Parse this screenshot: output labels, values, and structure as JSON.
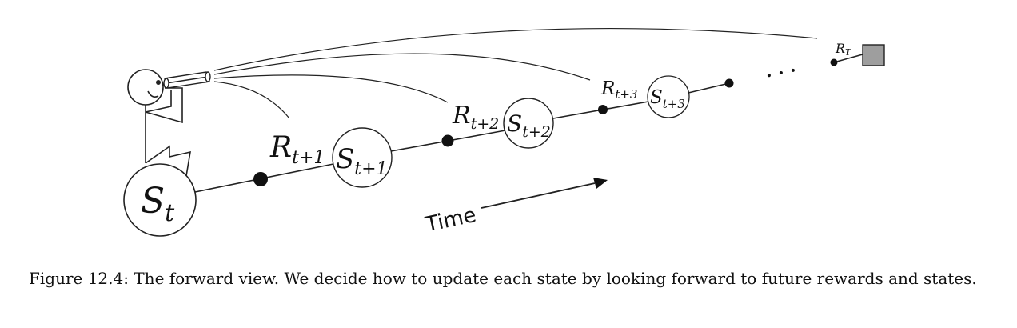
{
  "diagram": {
    "current_state": {
      "symbol": "S",
      "subscript": "t"
    },
    "states": [
      {
        "symbol": "S",
        "subscript": "t+1"
      },
      {
        "symbol": "S",
        "subscript": "t+2"
      },
      {
        "symbol": "S",
        "subscript": "t+3"
      }
    ],
    "rewards": [
      {
        "symbol": "R",
        "subscript": "t+1"
      },
      {
        "symbol": "R",
        "subscript": "t+2"
      },
      {
        "symbol": "R",
        "subscript": "t+3"
      },
      {
        "symbol": "R",
        "subscript": "T"
      }
    ],
    "ellipsis": "· · ·",
    "time_label": "Time"
  },
  "caption": {
    "label": "Figure 12.4:",
    "text": "The forward view. We decide how to update each state by looking forward to future rewards and states."
  }
}
